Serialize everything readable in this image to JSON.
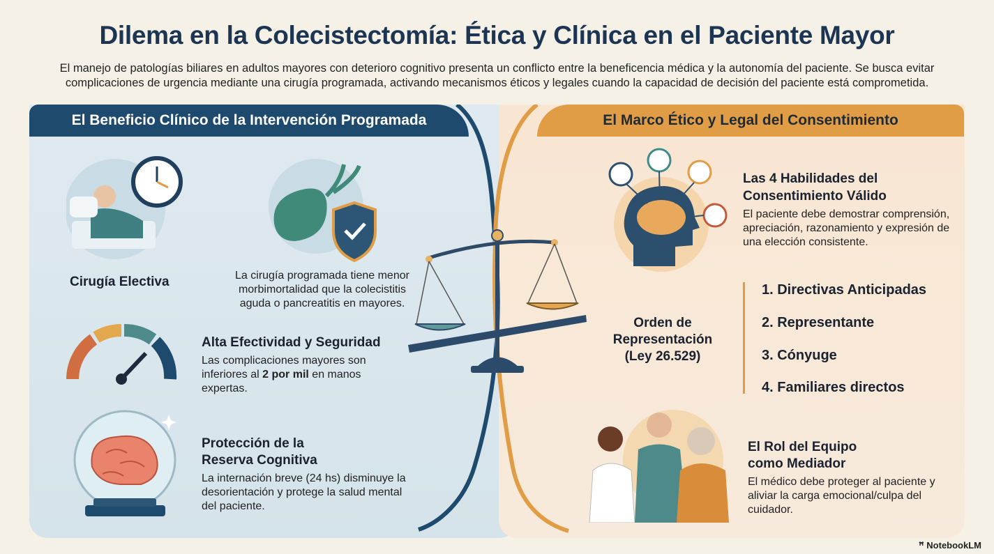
{
  "title": "Dilema en la Colecistectomía: Ética y Clínica en el Paciente Mayor",
  "subtitle": "El manejo de patologías biliares en adultos mayores con deterioro cognitivo presenta un conflicto entre la beneficencia médica y la autonomía del paciente. Se busca evitar complicaciones de urgencia mediante una cirugía programada, activando mecanismos éticos y legales cuando la capacidad de decisión del paciente está comprometida.",
  "left": {
    "header": "El Beneficio Clínico de la Intervención Programada",
    "elective_label": "Cirugía Electiva",
    "elective_text": "La cirugía programada tiene menor morbimortalidad que la colecistitis aguda o pancreatitis en mayores.",
    "effectiveness_title": "Alta Efectividad y Seguridad",
    "effectiveness_text_1": "Las complicaciones mayores son inferiores al ",
    "effectiveness_bold": "2 por mil",
    "effectiveness_text_2": " en manos expertas.",
    "cognitive_title_1": "Protección de la",
    "cognitive_title_2": "Reserva Cognitiva",
    "cognitive_text": "La internación breve (24 hs) disminuye la desorientación y protege la salud mental del paciente."
  },
  "right": {
    "header": "El Marco Ético y Legal del Consentimiento",
    "skills_title_1": "Las 4 Habilidades del",
    "skills_title_2": "Consentimiento Válido",
    "skills_text": "El paciente debe demostrar comprensión, apreciación, razonamiento y expresión de una elección consistente.",
    "order_title_1": "Orden de",
    "order_title_2": "Representación",
    "order_title_3": "(Ley 26.529)",
    "order_items": [
      "1. Directivas Anticipadas",
      "2. Representante",
      "3. Cónyuge",
      "4. Familiares directos"
    ],
    "team_title_1": "El Rol del Equipo",
    "team_title_2": "como Mediador",
    "team_text": "El médico debe proteger al paciente y aliviar la carga emocional/culpa del cuidador."
  },
  "watermark": "NotebookLM",
  "colors": {
    "navy": "#1e4a6e",
    "orange": "#e19d46",
    "teal": "#4f8a8b",
    "background": "#f6f1e6"
  }
}
